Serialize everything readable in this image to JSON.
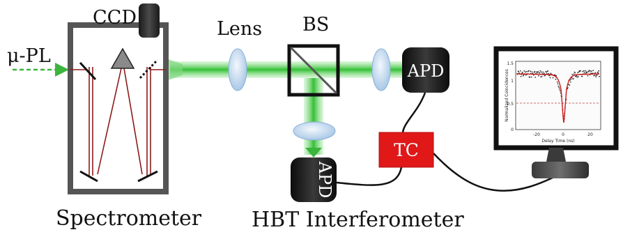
{
  "labels": {
    "ccd": "CCD",
    "lens": "Lens",
    "bs": "BS",
    "mu_pl": "μ-PL",
    "apd_right": "APD",
    "apd_bottom": "APD",
    "tc": "TC",
    "spectrometer": "Spectrometer",
    "hbt": "HBT Interferometer"
  },
  "colors": {
    "beam": "#3cc43c",
    "beam_glow": "#9ee59e",
    "spectrometer_frame": "#555555",
    "ray": "#8b1a1a",
    "apd_body": "#1e1e1e",
    "tc_box": "#e01818",
    "lens_fill": "#d4e6f6"
  },
  "icons": {
    "grating": "triangle-prism-icon",
    "beamsplitter": "cube-beamsplitter-icon",
    "monitor": "monitor-icon"
  },
  "monitor_plot": {
    "ylabel": "Normalized Coincidences",
    "xlabel": "Delay Time (ns)",
    "yticks": [
      "1.5",
      "1",
      "0.5",
      "0"
    ],
    "xticks": [
      "-20",
      "0",
      "20"
    ]
  }
}
